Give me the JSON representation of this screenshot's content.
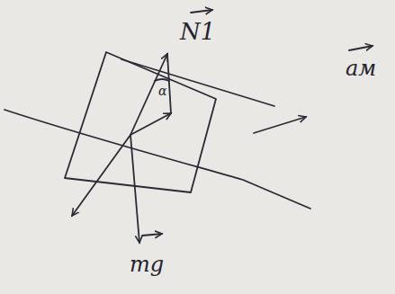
{
  "diagram": {
    "labels": [
      "N1",
      "α",
      "aм",
      "mg"
    ]
  }
}
